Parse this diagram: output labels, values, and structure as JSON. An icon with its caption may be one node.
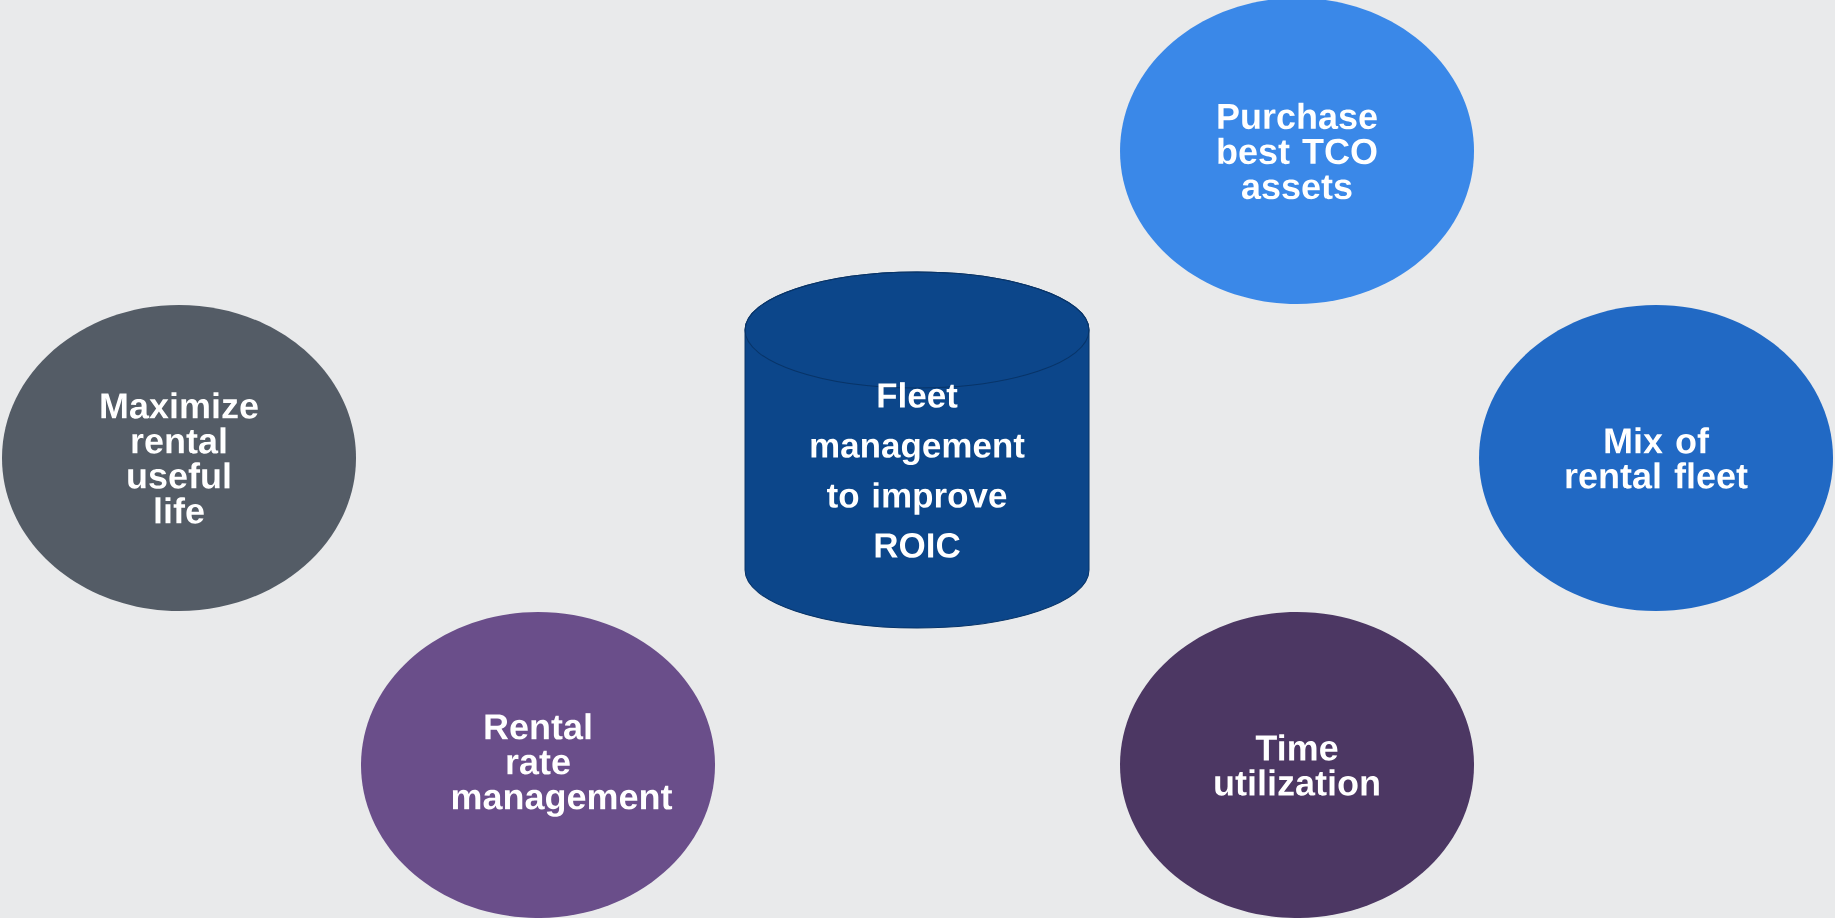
{
  "diagram": {
    "nodes": [
      {
        "text": [
          "Purchase best TCO assets"
        ]
      },
      {
        "text": [
          "Maximize rental useful life"
        ]
      },
      {
        "text": [
          "Fleet management to improve ROIC"
        ]
      },
      {
        "text": [
          "Mix of rental fleet"
        ]
      },
      {
        "text": [
          "Rental rate management"
        ]
      },
      {
        "text": [
          "Time utilization"
        ]
      }
    ]
  }
}
